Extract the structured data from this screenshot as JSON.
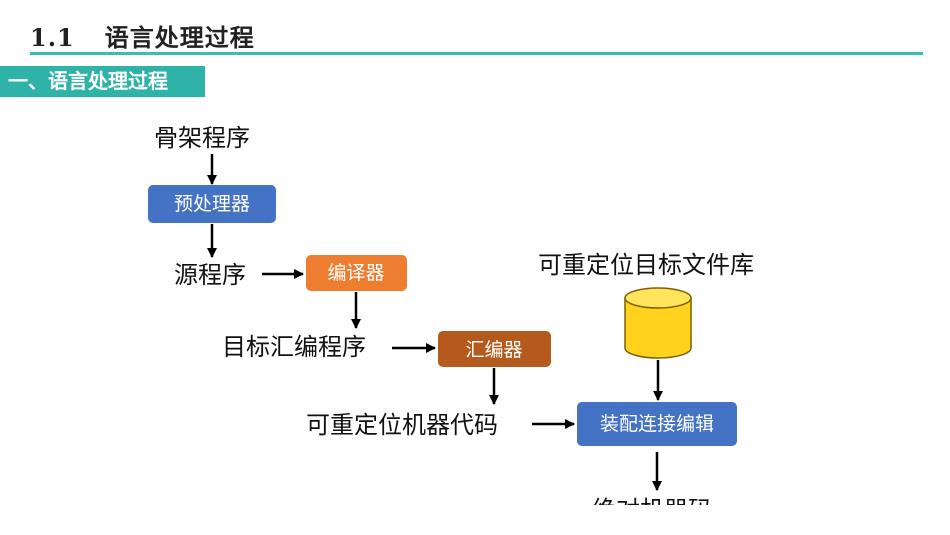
{
  "header": {
    "section_number": "1.1",
    "section_title": "语言处理过程"
  },
  "section_tag": "一、语言处理过程",
  "diagram": {
    "skeleton_program": "骨架程序",
    "preprocessor": "预处理器",
    "source_program": "源程序",
    "compiler": "编译器",
    "target_asm_program": "目标汇编程序",
    "assembler": "汇编器",
    "relocatable_code": "可重定位机器代码",
    "library_label": "可重定位目标文件库",
    "linker_loader": "装配连接编辑",
    "absolute_code": "绝对机器码",
    "colors": {
      "blue_box": "#4472c4",
      "orange_box": "#ed7d31",
      "brown_box": "#b45a1c",
      "cylinder": "#ffd21e",
      "accent": "#2fb3a9"
    }
  }
}
